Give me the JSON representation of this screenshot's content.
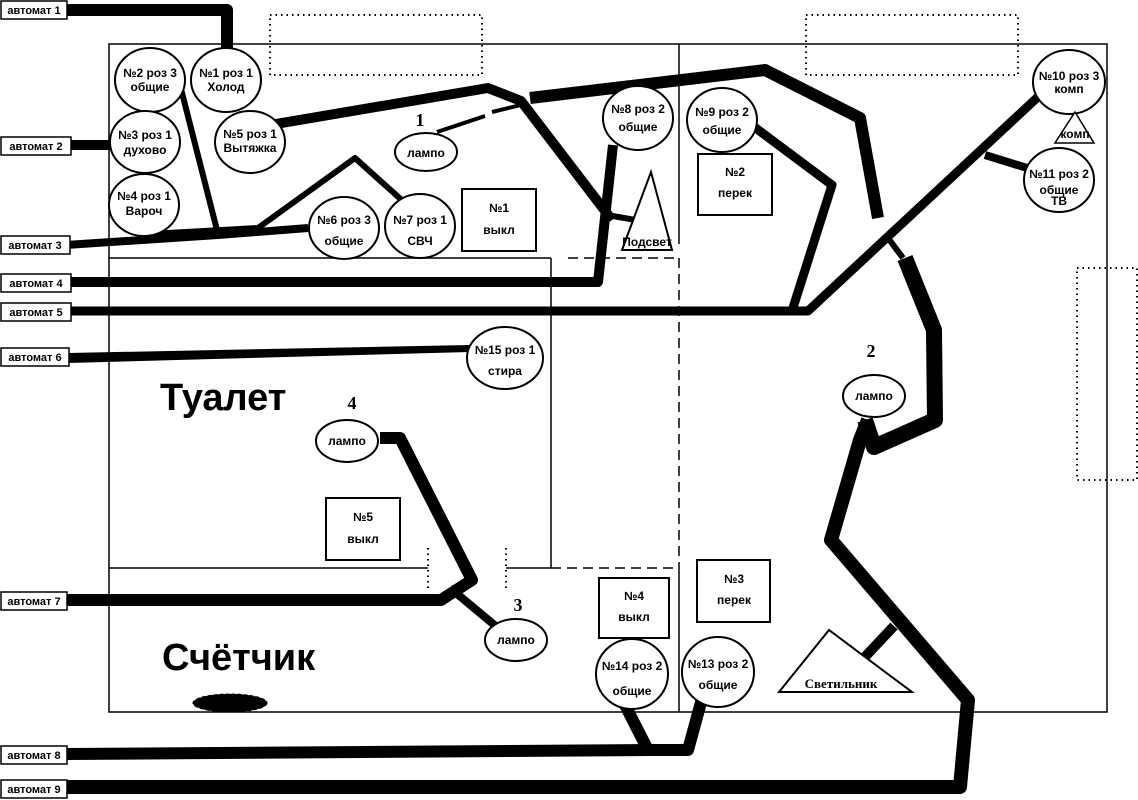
{
  "breakers": [
    {
      "label": "автомат 1"
    },
    {
      "label": "автомат 2"
    },
    {
      "label": "автомат 3"
    },
    {
      "label": "автомат 4"
    },
    {
      "label": "автомат 5"
    },
    {
      "label": "автомат 6"
    },
    {
      "label": "автомат 7"
    },
    {
      "label": "автомат 8"
    },
    {
      "label": "автомат 9"
    }
  ],
  "sockets": [
    {
      "line1": "№1 роз 1",
      "line2": "Холод"
    },
    {
      "line1": "№2 роз 3",
      "line2": "общие"
    },
    {
      "line1": "№3 роз 1",
      "line2": "духово"
    },
    {
      "line1": "№4 роз 1",
      "line2": "Вароч"
    },
    {
      "line1": "№5 роз 1",
      "line2": "Вытяжка"
    },
    {
      "line1": "№6 роз 3",
      "line2": "общие"
    },
    {
      "line1": "№7 роз 1",
      "line2": "СВЧ"
    },
    {
      "line1": "№8 роз 2",
      "line2": "общие"
    },
    {
      "line1": "№9 роз 2",
      "line2": "общие"
    },
    {
      "line1": "№10 роз 3",
      "line2": "комп"
    },
    {
      "line1": "№11 роз 2",
      "line2": "общие",
      "line3": "ТВ"
    },
    {
      "line1": "№13 роз 2",
      "line2": "общие"
    },
    {
      "line1": "№14 роз 2",
      "line2": "общие"
    },
    {
      "line1": "№15 роз 1",
      "line2": "стира"
    }
  ],
  "lamps": [
    {
      "label": "лампо"
    },
    {
      "label": "лампо"
    },
    {
      "label": "лампо"
    },
    {
      "label": "лампо"
    }
  ],
  "lamp_numbers": [
    "1",
    "2",
    "3",
    "4"
  ],
  "switches": [
    {
      "line1": "№1",
      "line2": "выкл"
    },
    {
      "line1": "№2",
      "line2": "перек"
    },
    {
      "line1": "№3",
      "line2": "перек"
    },
    {
      "line1": "№4",
      "line2": "выкл"
    },
    {
      "line1": "№5",
      "line2": "выкл"
    }
  ],
  "rooms": {
    "toilet": "Туалет",
    "meter": "Счётчик"
  },
  "fixtures": {
    "backlight": "Подсвет",
    "comp": "комп",
    "luminaire": "Светильник"
  }
}
